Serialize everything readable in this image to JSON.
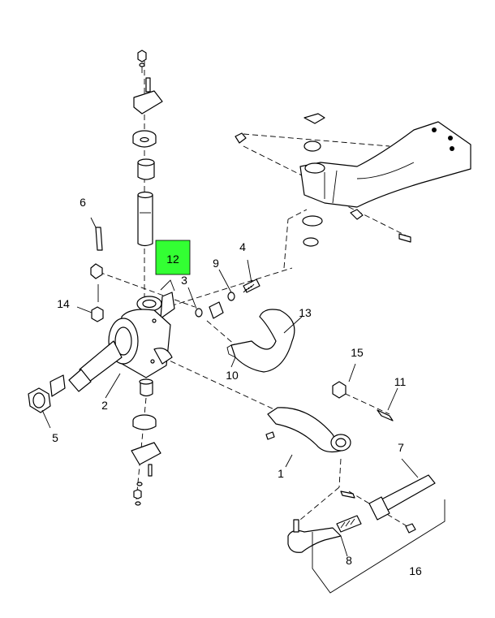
{
  "callouts": {
    "c1": "1",
    "c2": "2",
    "c3": "3",
    "c4": "4",
    "c5": "5",
    "c6": "6",
    "c7": "7",
    "c8": "8",
    "c9": "9",
    "c10": "10",
    "c11": "11",
    "c12": "12",
    "c13": "13",
    "c14": "14",
    "c15": "15",
    "c16": "16"
  },
  "highlighted_part": "12",
  "colors": {
    "highlight": "#33ff33",
    "line": "#000000",
    "background": "#ffffff"
  }
}
